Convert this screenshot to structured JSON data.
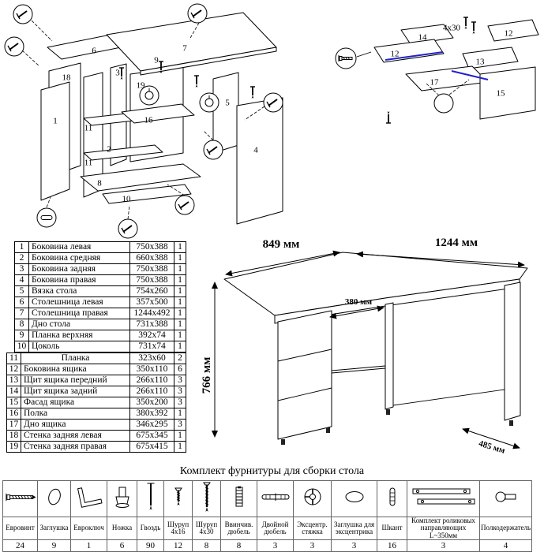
{
  "exploded_main": {
    "labels": {
      "p1": "1",
      "p2": "2",
      "p3": "3",
      "p4": "4",
      "p5": "5",
      "p6": "6",
      "p7": "7",
      "p8": "8",
      "p9": "9",
      "p10": "10",
      "p11a": "11",
      "p11b": "11",
      "p16": "16",
      "p18": "18",
      "p19": "19"
    }
  },
  "exploded_drawer": {
    "labels": {
      "p12a": "12",
      "p12b": "12",
      "p13": "13",
      "p14": "14",
      "p15": "15",
      "p17": "17"
    },
    "screw_label": "4x30",
    "highlight_color": "#2222cc"
  },
  "desk": {
    "dim_width_left": "849 мм",
    "dim_width_right": "1244 мм",
    "dim_height": "766 мм",
    "dim_inner": "380 мм",
    "dim_depth": "485 мм"
  },
  "parts_table": {
    "rows_upper": [
      {
        "num": "1",
        "name": "Боковина левая",
        "size": "750x388",
        "qty": "1"
      },
      {
        "num": "2",
        "name": "Боковина средняя",
        "size": "660x388",
        "qty": "1"
      },
      {
        "num": "3",
        "name": "Боковина задняя",
        "size": "750x388",
        "qty": "1"
      },
      {
        "num": "4",
        "name": "Боковина правая",
        "size": "750x388",
        "qty": "1"
      },
      {
        "num": "5",
        "name": "Вязка стола",
        "size": "754x260",
        "qty": "1"
      },
      {
        "num": "6",
        "name": "Столешница левая",
        "size": "357x500",
        "qty": "1"
      },
      {
        "num": "7",
        "name": "Столешница правая",
        "size": "1244x492",
        "qty": "1"
      },
      {
        "num": "8",
        "name": "Дно стола",
        "size": "731x388",
        "qty": "1"
      },
      {
        "num": "9",
        "name": "Планка верхняя",
        "size": "392x74",
        "qty": "1"
      },
      {
        "num": "10",
        "name": "Цоколь",
        "size": "731x74",
        "qty": "1"
      }
    ],
    "rows_lower": [
      {
        "num": "11",
        "name": "Планка",
        "size": "323x60",
        "qty": "2"
      },
      {
        "num": "12",
        "name": "Боковина ящика",
        "size": "350x110",
        "qty": "6"
      },
      {
        "num": "13",
        "name": "Щит ящика передний",
        "size": "266x110",
        "qty": "3"
      },
      {
        "num": "14",
        "name": "Щит ящика задний",
        "size": "266x110",
        "qty": "3"
      },
      {
        "num": "15",
        "name": "Фасад ящика",
        "size": "350x200",
        "qty": "3"
      },
      {
        "num": "16",
        "name": "Полка",
        "size": "380x392",
        "qty": "1"
      },
      {
        "num": "17",
        "name": "Дно ящика",
        "size": "346x295",
        "qty": "3"
      },
      {
        "num": "18",
        "name": "Стенка задняя левая",
        "size": "675x345",
        "qty": "1"
      },
      {
        "num": "19",
        "name": "Стенка задняя правая",
        "size": "675x415",
        "qty": "1"
      }
    ]
  },
  "hardware": {
    "title": "Комплект фурнитуры для сборки стола",
    "items": [
      {
        "name": "Евровинт",
        "qty": "24",
        "icon": "euro-screw-icon"
      },
      {
        "name": "Заглушка",
        "qty": "9",
        "icon": "cap-icon"
      },
      {
        "name": "Евроключ",
        "qty": "1",
        "icon": "hex-key-icon"
      },
      {
        "name": "Ножка",
        "qty": "6",
        "icon": "leg-icon"
      },
      {
        "name": "Гвоздь",
        "qty": "90",
        "icon": "nail-icon"
      },
      {
        "name": "Шуруп 4x16",
        "qty": "12",
        "icon": "screw-short-icon"
      },
      {
        "name": "Шуруп 4x30",
        "qty": "8",
        "icon": "screw-long-icon"
      },
      {
        "name": "Ввинчив. дюбель",
        "qty": "8",
        "icon": "threaded-dowel-icon"
      },
      {
        "name": "Двойной дюбель",
        "qty": "3",
        "icon": "double-dowel-icon"
      },
      {
        "name": "Эксцентр. стяжка",
        "qty": "3",
        "icon": "cam-lock-icon"
      },
      {
        "name": "Заглушка для эксцентрика",
        "qty": "3",
        "icon": "cam-cap-icon"
      },
      {
        "name": "Шкант",
        "qty": "16",
        "icon": "wood-dowel-icon"
      },
      {
        "name": "Комплект роликовых направляющих L~350мм",
        "qty": "3",
        "icon": "roller-guides-icon"
      },
      {
        "name": "Полкодержатель",
        "qty": "4",
        "icon": "shelf-pin-icon"
      }
    ]
  }
}
